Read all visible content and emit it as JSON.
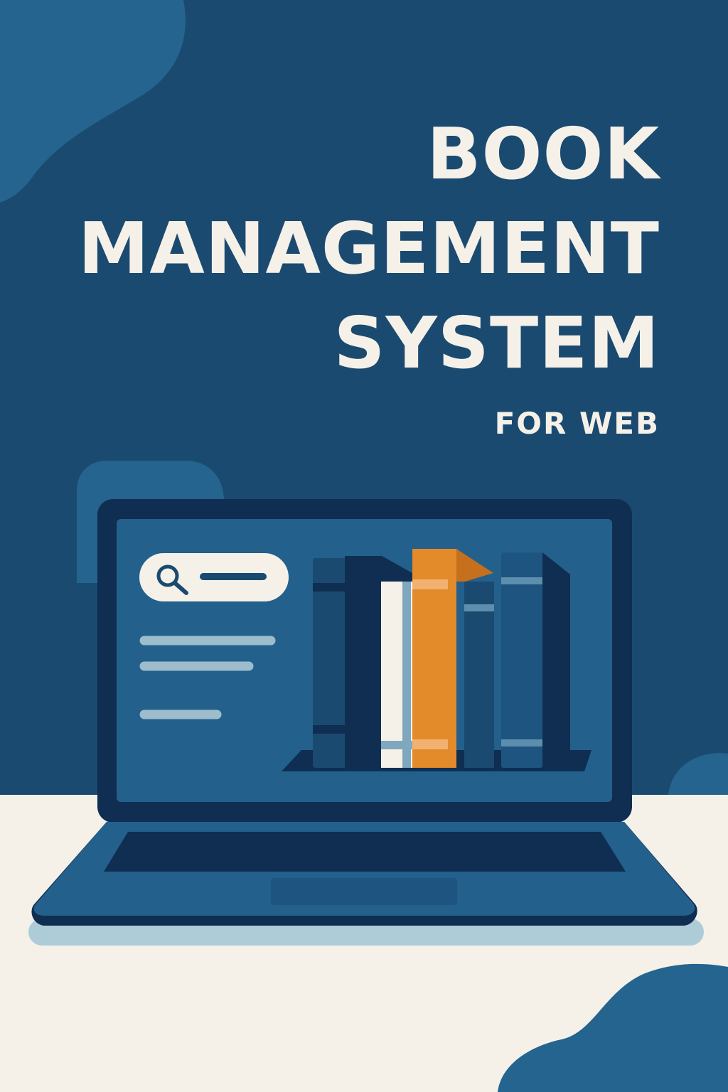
{
  "title": {
    "line1": "BOOK",
    "line2": "MANAGEMENT",
    "line3": "SYSTEM"
  },
  "subtitle": "FOR WEB",
  "colors": {
    "background_top": "#1b4a70",
    "background_bottom": "#f5f1e8",
    "text": "#f5f1e8",
    "laptop_dark": "#0f2e52",
    "screen": "#23608c",
    "accent": "#e38a2a",
    "blob": "#24648f"
  },
  "icons": [
    "search-icon",
    "books-icon",
    "laptop-icon"
  ]
}
